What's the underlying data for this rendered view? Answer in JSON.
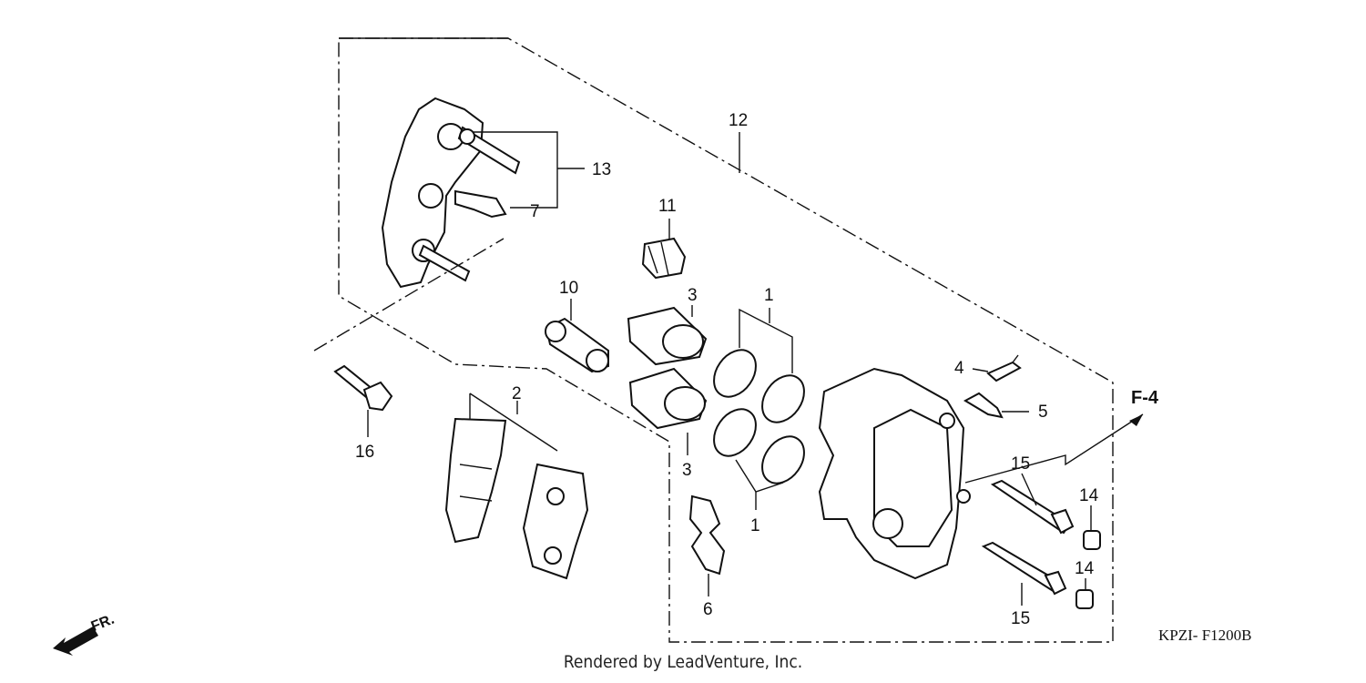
{
  "diagram": {
    "callouts": [
      {
        "id": "c12",
        "text": "12"
      },
      {
        "id": "c13",
        "text": "13"
      },
      {
        "id": "c7",
        "text": "7"
      },
      {
        "id": "c11",
        "text": "11"
      },
      {
        "id": "c10",
        "text": "10"
      },
      {
        "id": "c3a",
        "text": "3"
      },
      {
        "id": "c1a",
        "text": "1"
      },
      {
        "id": "c4",
        "text": "4"
      },
      {
        "id": "c5",
        "text": "5"
      },
      {
        "id": "c16",
        "text": "16"
      },
      {
        "id": "c2",
        "text": "2"
      },
      {
        "id": "c3b",
        "text": "3"
      },
      {
        "id": "c1b",
        "text": "1"
      },
      {
        "id": "c6",
        "text": "6"
      },
      {
        "id": "c15a",
        "text": "15"
      },
      {
        "id": "c14a",
        "text": "14"
      },
      {
        "id": "c14b",
        "text": "14"
      },
      {
        "id": "c15b",
        "text": "15"
      }
    ],
    "reference": "F-4",
    "direction": "FR.",
    "diagram_code": "KPZI- F1200B",
    "credit": "Rendered by LeadVenture, Inc."
  }
}
